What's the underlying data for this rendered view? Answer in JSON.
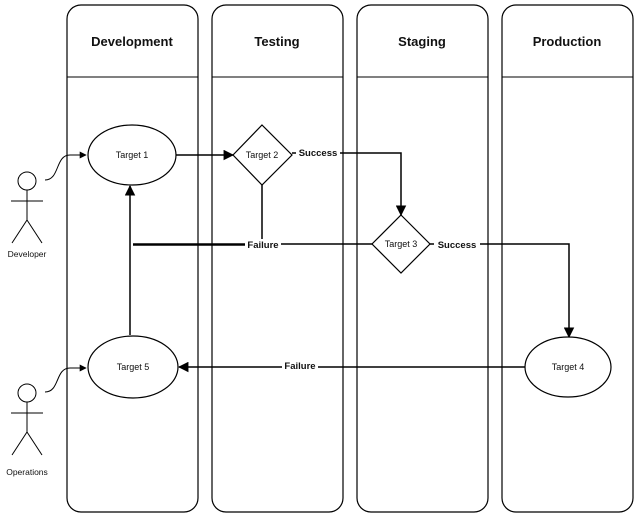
{
  "lanes": [
    {
      "title": "Development"
    },
    {
      "title": "Testing"
    },
    {
      "title": "Staging"
    },
    {
      "title": "Production"
    }
  ],
  "nodes": {
    "target1": "Target 1",
    "target2": "Target 2",
    "target3": "Target 3",
    "target4": "Target 4",
    "target5": "Target 5"
  },
  "edges": {
    "t2_success": "Success",
    "t2_failure": "Failure",
    "t3_success": "Success",
    "t4_failure": "Failure"
  },
  "actors": {
    "developer": "Developer",
    "operations": "Operations"
  }
}
